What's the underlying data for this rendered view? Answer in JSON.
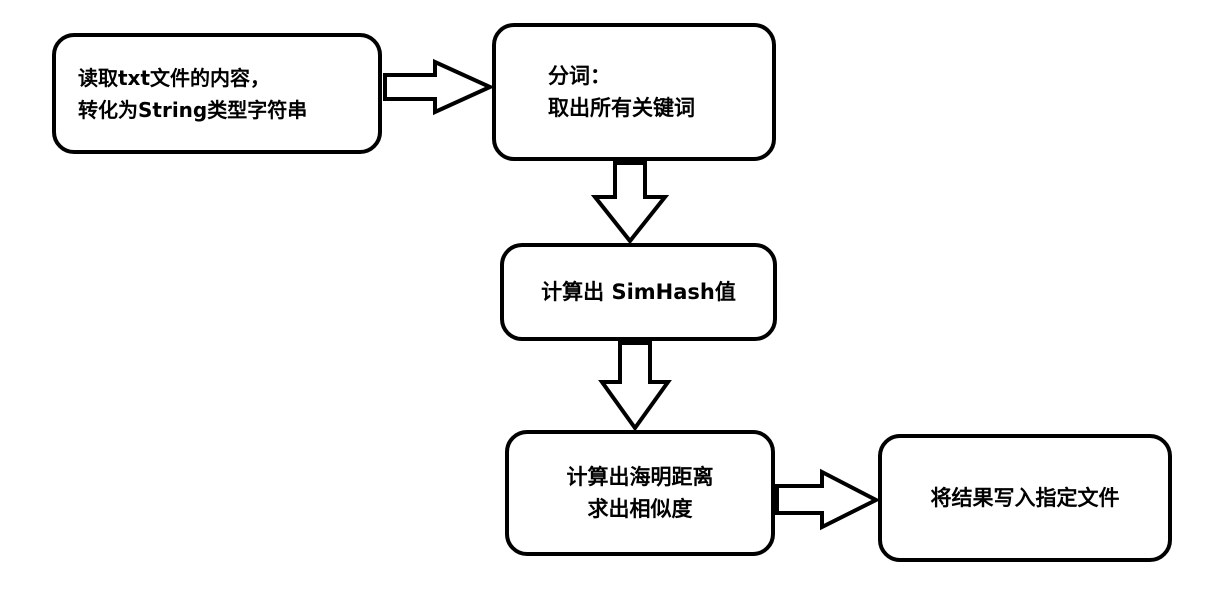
{
  "nodes": {
    "read": {
      "line1": "读取txt文件的内容，",
      "line2": "转化为String类型字符串"
    },
    "segment": {
      "line1": "分词：",
      "line2": "取出所有关键词"
    },
    "simhash": {
      "line1": "计算出 SimHash值"
    },
    "hamming": {
      "line1": "计算出海明距离",
      "line2": "求出相似度"
    },
    "write": {
      "line1": "将结果写入指定文件"
    }
  }
}
